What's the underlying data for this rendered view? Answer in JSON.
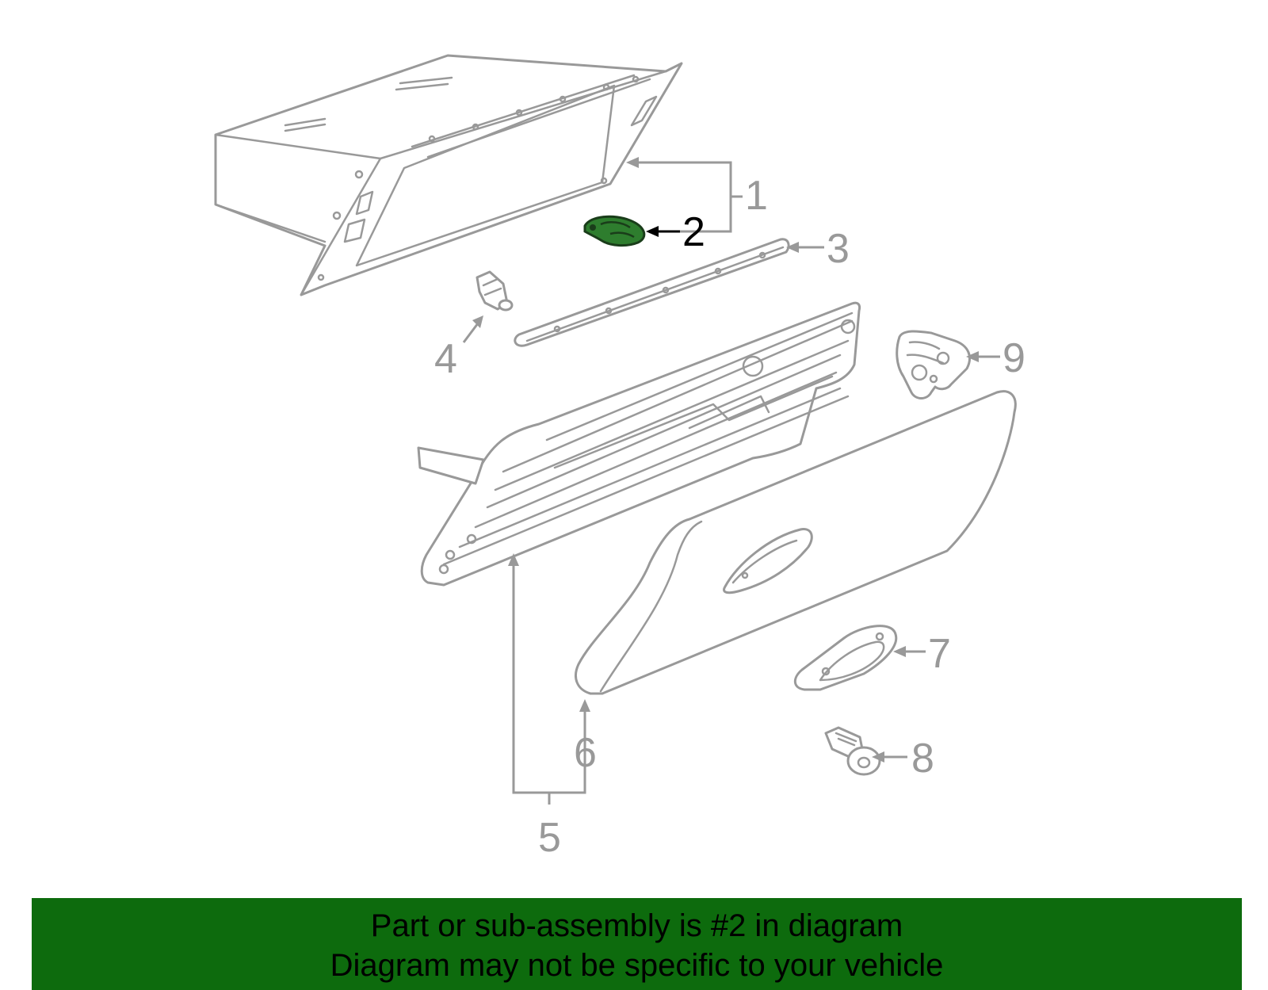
{
  "callouts": {
    "c1": "1",
    "c2": "2",
    "c3": "3",
    "c4": "4",
    "c5": "5",
    "c6": "6",
    "c7": "7",
    "c8": "8",
    "c9": "9"
  },
  "banner": {
    "line1": "Part or sub-assembly is #2 in diagram",
    "line2": "Diagram may not be specific to your vehicle"
  },
  "colors": {
    "highlight_part": "#2e7d2e",
    "banner_background": "#0d6b0d",
    "line_art": "#999999",
    "active_callout": "#000000"
  }
}
